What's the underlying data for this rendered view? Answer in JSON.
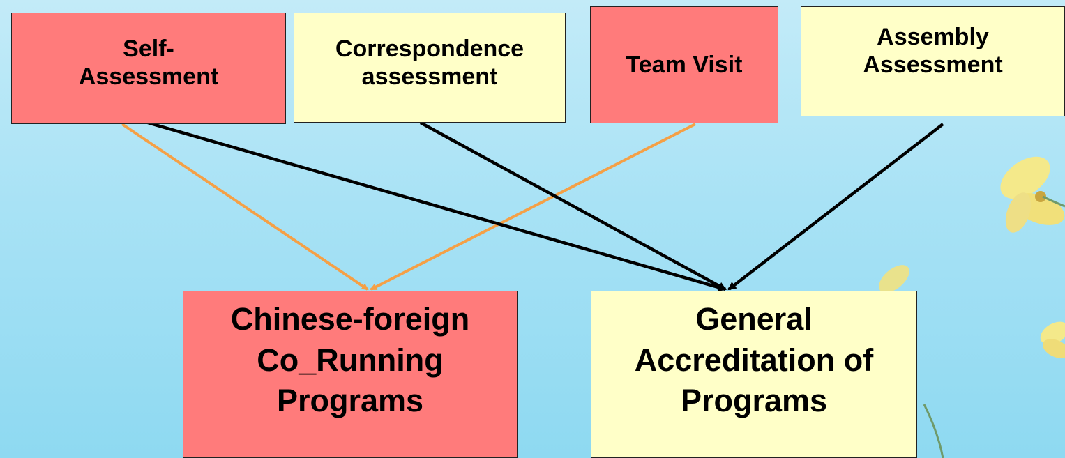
{
  "colors": {
    "red_box": "#ff7b7b",
    "yellow_box": "#ffffc8",
    "orange_arrow": "#f5a046",
    "black_arrow": "#000000"
  },
  "nodes": {
    "self_assessment": "Self-\nAssessment",
    "correspondence_assessment": "Correspondence\nassessment",
    "team_visit": "Team Visit",
    "assembly_assessment": "Assembly\nAssessment",
    "chinese_foreign": "Chinese-foreign\nCo_Running\nPrograms",
    "general_accreditation": "General\nAccreditation of\nPrograms"
  },
  "edges": [
    {
      "from": "self_assessment",
      "to": "chinese_foreign",
      "color": "orange"
    },
    {
      "from": "team_visit",
      "to": "chinese_foreign",
      "color": "orange"
    },
    {
      "from": "self_assessment",
      "to": "general_accreditation",
      "color": "black"
    },
    {
      "from": "correspondence_assessment",
      "to": "general_accreditation",
      "color": "black"
    },
    {
      "from": "assembly_assessment",
      "to": "general_accreditation",
      "color": "black"
    }
  ]
}
